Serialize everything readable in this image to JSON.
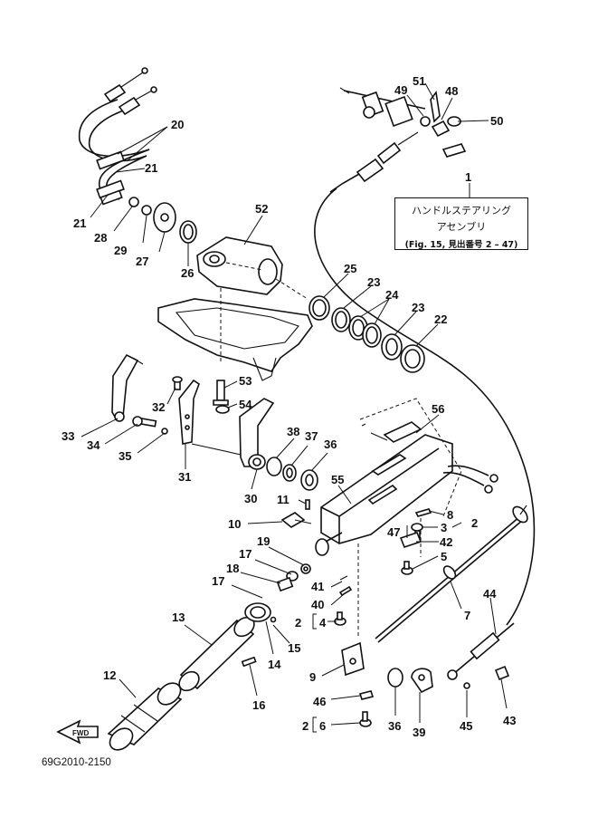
{
  "diagram": {
    "code": "69G2010-2150",
    "fwd_label": "FWD",
    "note": {
      "line1": "ハンドルステアリング",
      "line2": "アセンブリ",
      "line3": "(Fig. 15, 見出番号 2 – 47)"
    },
    "callouts": [
      "1",
      "2",
      "2",
      "2",
      "3",
      "4",
      "5",
      "6",
      "7",
      "8",
      "9",
      "10",
      "11",
      "12",
      "13",
      "14",
      "15",
      "16",
      "17",
      "17",
      "18",
      "19",
      "20",
      "21",
      "21",
      "22",
      "23",
      "23",
      "24",
      "25",
      "26",
      "27",
      "28",
      "29",
      "30",
      "31",
      "32",
      "33",
      "34",
      "35",
      "36",
      "36",
      "37",
      "38",
      "39",
      "40",
      "41",
      "42",
      "43",
      "44",
      "45",
      "46",
      "47",
      "48",
      "49",
      "50",
      "51",
      "52",
      "53",
      "54",
      "55",
      "56"
    ]
  }
}
